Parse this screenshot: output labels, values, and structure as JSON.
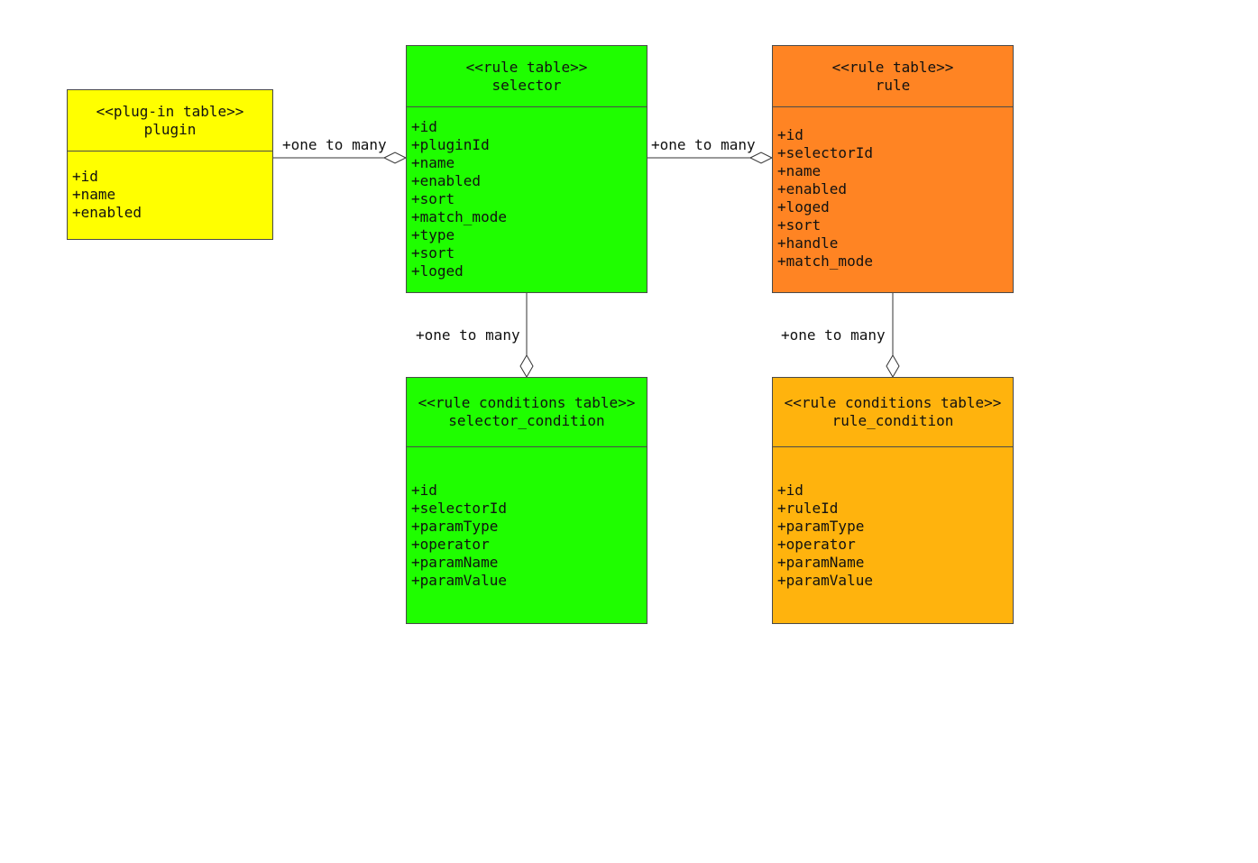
{
  "colors": {
    "plugin": "#ffff00",
    "selector": "#1ffe00",
    "rule": "#ff8423",
    "selector_condition": "#1ffe00",
    "rule_condition": "#ffb30d",
    "border": "#4a4a4a"
  },
  "tables": {
    "plugin": {
      "stereotype": "<<plug-in table>>",
      "name": "plugin",
      "attributes": [
        "+id",
        "+name",
        "+enabled"
      ]
    },
    "selector": {
      "stereotype": "<<rule table>>",
      "name": "selector",
      "attributes": [
        "+id",
        "+pluginId",
        "+name",
        "+enabled",
        "+sort",
        "+match_mode",
        "+type",
        "+sort",
        "+loged"
      ]
    },
    "rule": {
      "stereotype": "<<rule table>>",
      "name": "rule",
      "attributes": [
        "+id",
        "+selectorId",
        "+name",
        "+enabled",
        "+loged",
        "+sort",
        "+handle",
        "+match_mode"
      ]
    },
    "selector_condition": {
      "stereotype": "<<rule conditions table>>",
      "name": "selector_condition",
      "attributes": [
        "+id",
        "+selectorId",
        "+paramType",
        "+operator",
        "+paramName",
        "+paramValue"
      ]
    },
    "rule_condition": {
      "stereotype": "<<rule conditions table>>",
      "name": "rule_condition",
      "attributes": [
        "+id",
        "+ruleId",
        "+paramType",
        "+operator",
        "+paramName",
        "+paramValue"
      ]
    }
  },
  "relations": {
    "plugin_selector": "+one to many",
    "selector_rule": "+one to many",
    "selector_condition": "+one to many",
    "rule_condition": "+one to many"
  }
}
